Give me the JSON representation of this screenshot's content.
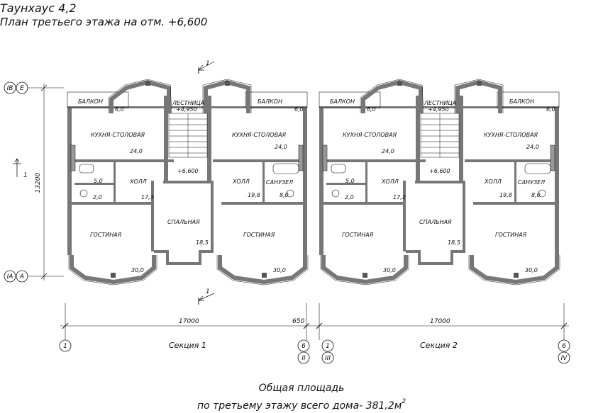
{
  "title": "Таунхаус 4,2",
  "subtitle": "План третьего этажа на отм. +6,600",
  "footer": {
    "line1": "Общая площадь",
    "line2_prefix": "по третьему этажу всего дома- 381,2м",
    "line2_sup": "2"
  },
  "axes": {
    "top_left": "IB",
    "top_letter": "E",
    "bottom_left": "IA",
    "bottom_letter": "A",
    "height_dim": "13200",
    "cut_mark": "1"
  },
  "section1": {
    "name": "Секция 1",
    "dim_main": "17000",
    "dim_extra": "650",
    "axis_start": "1",
    "axis_end": "6",
    "axis_end_roman": "II"
  },
  "section2": {
    "name": "Секция 2",
    "dim_main": "17000",
    "axis_start": "1",
    "axis_start_roman": "III",
    "axis_end": "6",
    "axis_end_roman": "IV"
  },
  "rooms": {
    "balcony": "БАЛКОН",
    "balcony_area": "6,0",
    "kitchen": "КУХНЯ-СТОЛОВАЯ",
    "kitchen_area": "24,0",
    "stair": "ЛЕСТНИЦА",
    "stair_level": "+4,950",
    "landing_level": "+6,600",
    "hall": "ХОЛЛ",
    "hall_area_a": "17,3",
    "hall_area_b": "19,8",
    "bath": "САНУЗЕЛ",
    "bath_area": "8,0",
    "small_a": "5,0",
    "small_b": "2,0",
    "bedroom": "СПАЛЬНАЯ",
    "bedroom_area": "18,5",
    "living": "ГОСТИНАЯ",
    "living_area": "30,0"
  }
}
